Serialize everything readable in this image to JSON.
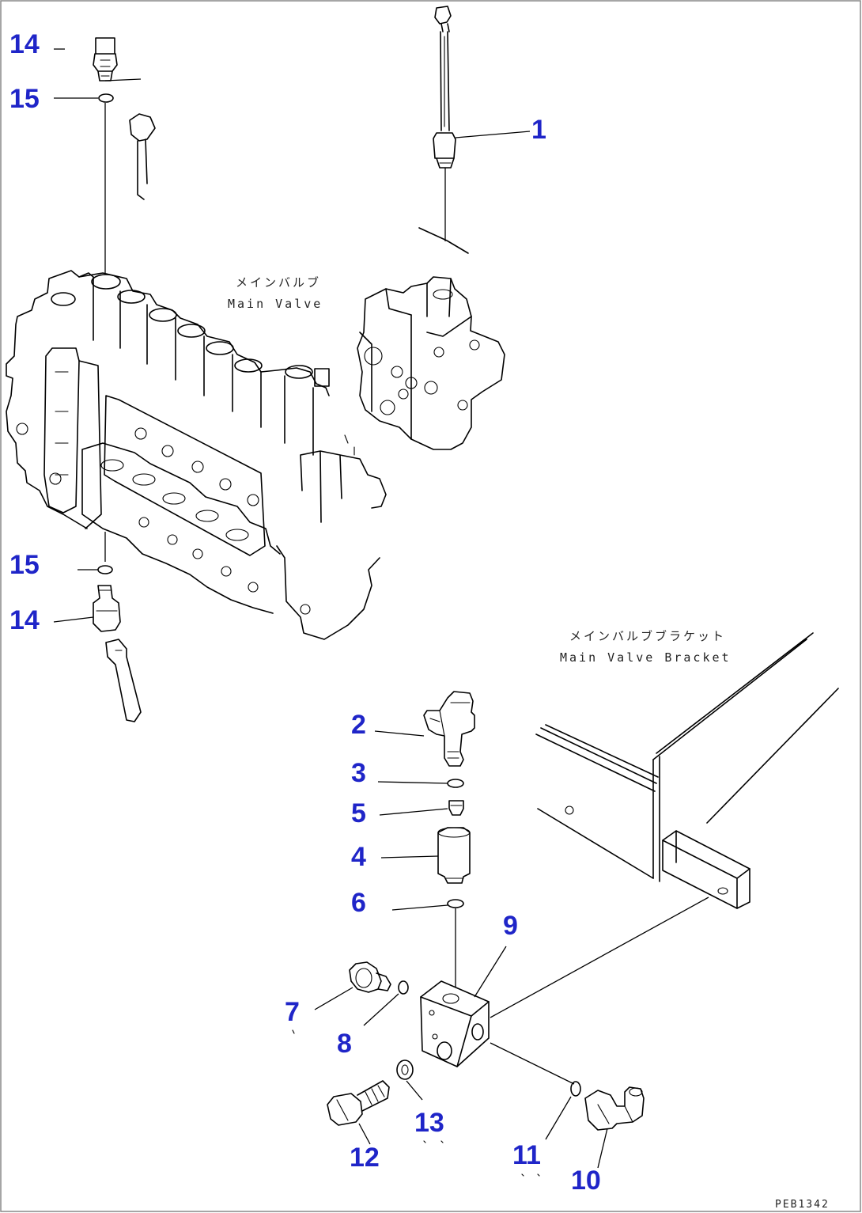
{
  "captions": {
    "main_valve_jp": "メインバルブ",
    "main_valve_en": "Main Valve",
    "bracket_jp": "メインバルブブラケット",
    "bracket_en": "Main Valve Bracket"
  },
  "drawing_code": "PEB1342",
  "callouts": [
    {
      "id": "c14a",
      "label": "14"
    },
    {
      "id": "c15a",
      "label": "15"
    },
    {
      "id": "c1",
      "label": "1"
    },
    {
      "id": "c15b",
      "label": "15"
    },
    {
      "id": "c14b",
      "label": "14"
    },
    {
      "id": "c2",
      "label": "2"
    },
    {
      "id": "c3",
      "label": "3"
    },
    {
      "id": "c5",
      "label": "5"
    },
    {
      "id": "c4",
      "label": "4"
    },
    {
      "id": "c6",
      "label": "6"
    },
    {
      "id": "c9",
      "label": "9"
    },
    {
      "id": "c7",
      "label": "7"
    },
    {
      "id": "c8",
      "label": "8"
    },
    {
      "id": "c13",
      "label": "13"
    },
    {
      "id": "c12",
      "label": "12"
    },
    {
      "id": "c11",
      "label": "11"
    },
    {
      "id": "c10",
      "label": "10"
    }
  ],
  "colors": {
    "callout": "#1f25c8",
    "line": "#000000",
    "frame": "#888888"
  }
}
